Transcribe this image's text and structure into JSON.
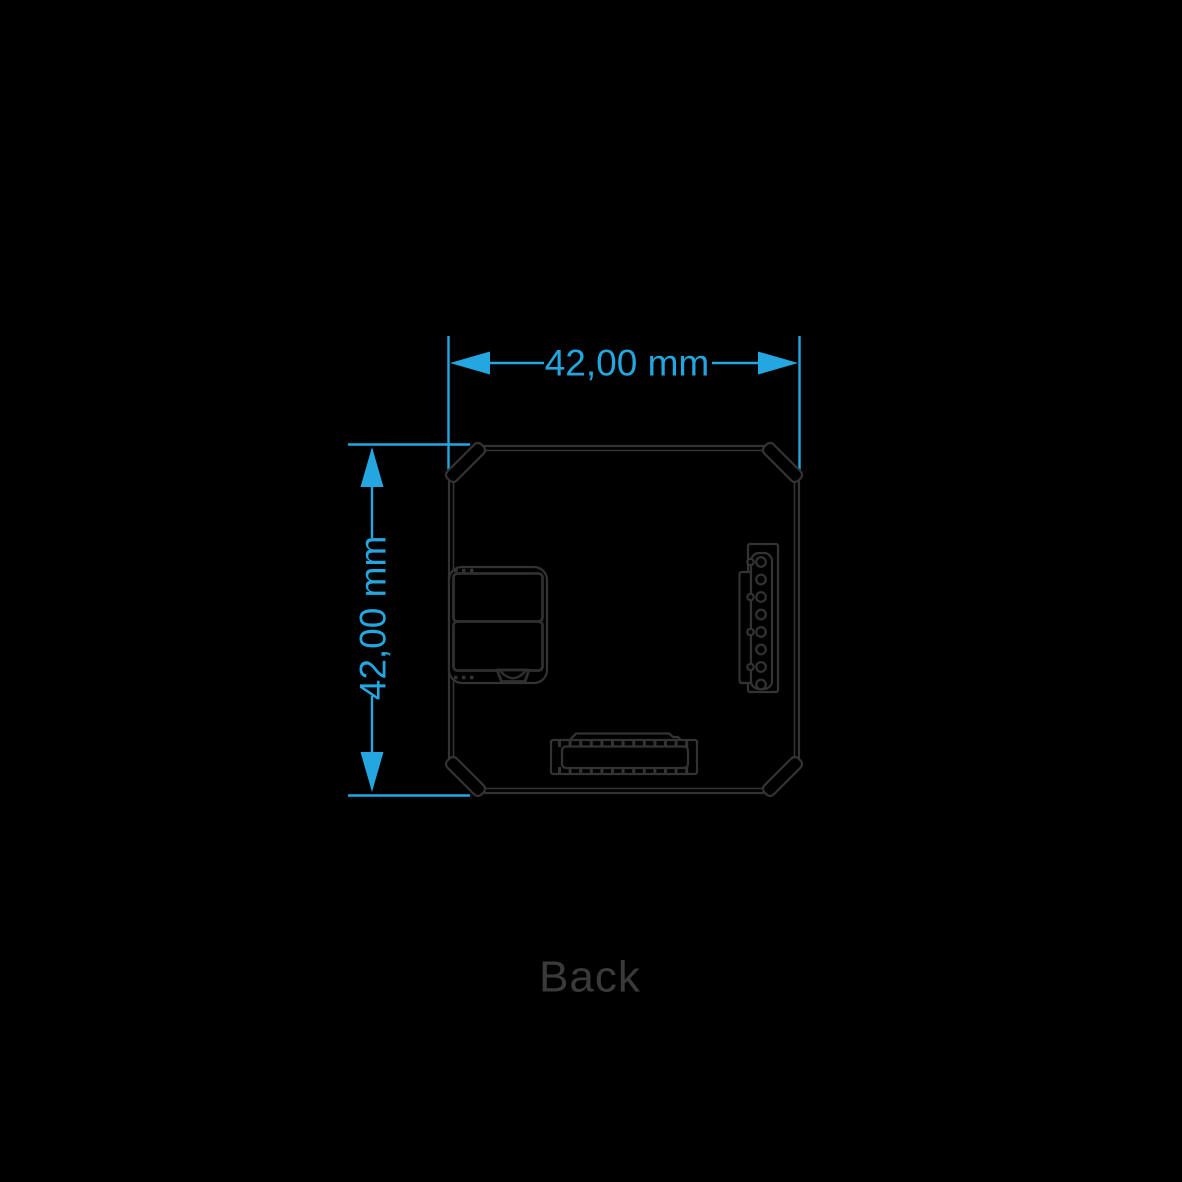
{
  "view_label": "Back",
  "dimensions": {
    "width_label": "42,00 mm",
    "height_label": "42,00 mm"
  },
  "colors": {
    "background": "#000000",
    "dimension_blue": "#24A7E0",
    "outline_dark": "#333333",
    "label_gray": "#3A3A3A",
    "terminal_gray": "#717171",
    "terminal_red": "#E32126"
  }
}
